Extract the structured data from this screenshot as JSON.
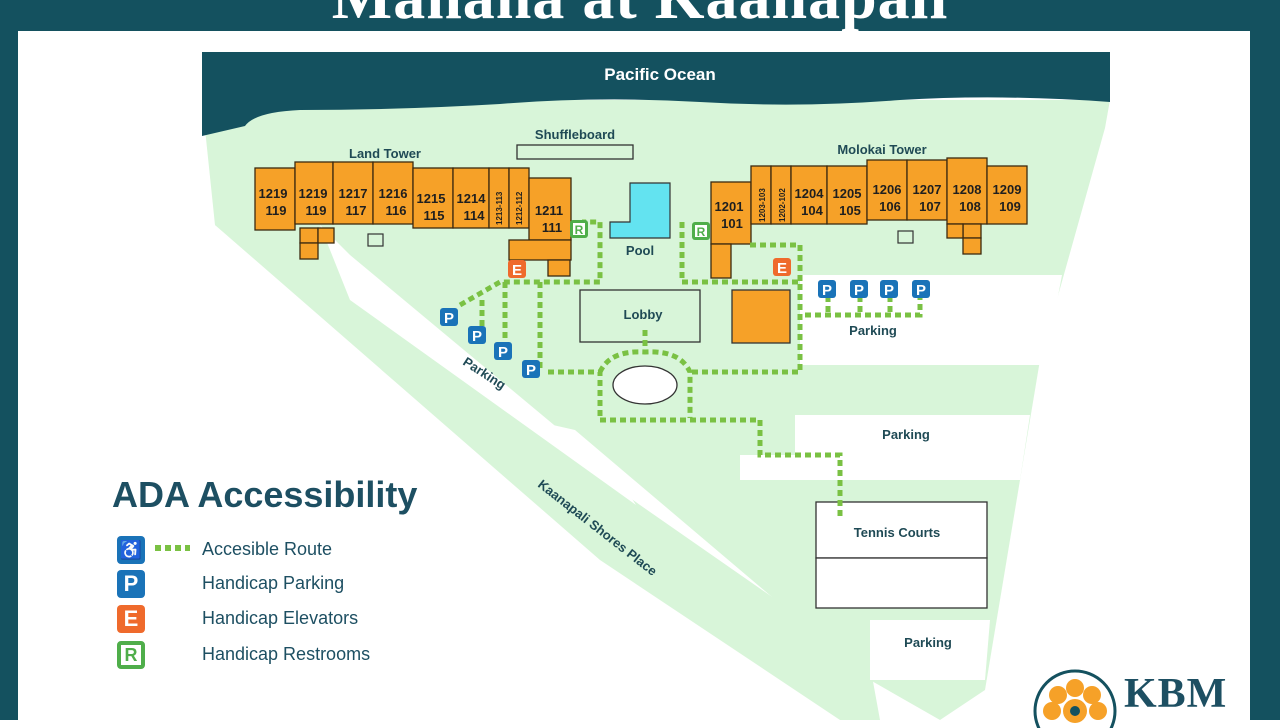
{
  "title": "Mahana at Kaanapali",
  "labels": {
    "ocean": "Pacific Ocean",
    "shuffleboard": "Shuffleboard",
    "land_tower": "Land Tower",
    "molokai_tower": "Molokai Tower",
    "pool": "Pool",
    "lobby": "Lobby",
    "parking_right": "Parking",
    "parking_left": "Parking",
    "parking_mid": "Parking",
    "parking_bottom": "Parking",
    "tennis": "Tennis Courts",
    "road": "Kaanapali Shores Place"
  },
  "units_land": [
    {
      "top": "1219",
      "bottom": "119"
    },
    {
      "top": "1219",
      "bottom": "119"
    },
    {
      "top": "1217",
      "bottom": "117"
    },
    {
      "top": "1216",
      "bottom": "116"
    },
    {
      "top": "1215",
      "bottom": "115"
    },
    {
      "top": "1214",
      "bottom": "114"
    },
    {
      "top": "1213-113",
      "bottom": ""
    },
    {
      "top": "1212-112",
      "bottom": ""
    },
    {
      "top": "1211",
      "bottom": "111"
    }
  ],
  "units_molokai": [
    {
      "top": "1201",
      "bottom": "101"
    },
    {
      "top": "1203-103",
      "bottom": ""
    },
    {
      "top": "1202-102",
      "bottom": ""
    },
    {
      "top": "1204",
      "bottom": "104"
    },
    {
      "top": "1205",
      "bottom": "105"
    },
    {
      "top": "1206",
      "bottom": "106"
    },
    {
      "top": "1207",
      "bottom": "107"
    },
    {
      "top": "1208",
      "bottom": "108"
    },
    {
      "top": "1209",
      "bottom": "109"
    }
  ],
  "icons": {
    "parking": "P",
    "elevator": "E",
    "restroom": "R"
  },
  "legend": {
    "title": "ADA Accessibility",
    "items": [
      {
        "icon": "wheelchair-icon",
        "label": "Accesible Route"
      },
      {
        "icon": "P",
        "label": "Handicap Parking"
      },
      {
        "icon": "E",
        "label": "Handicap Elevators"
      },
      {
        "icon": "R",
        "label": "Handicap Restrooms"
      }
    ]
  },
  "logo": {
    "text": "KBM"
  },
  "colors": {
    "frame": "#14515f",
    "ground": "#d8f5d9",
    "building": "#f6a128",
    "route": "#7ac143",
    "pool": "#63e3f0",
    "parking_icon": "#1a73b8",
    "elevator_icon": "#ef6a2c",
    "restroom_icon": "#4fae4a"
  }
}
